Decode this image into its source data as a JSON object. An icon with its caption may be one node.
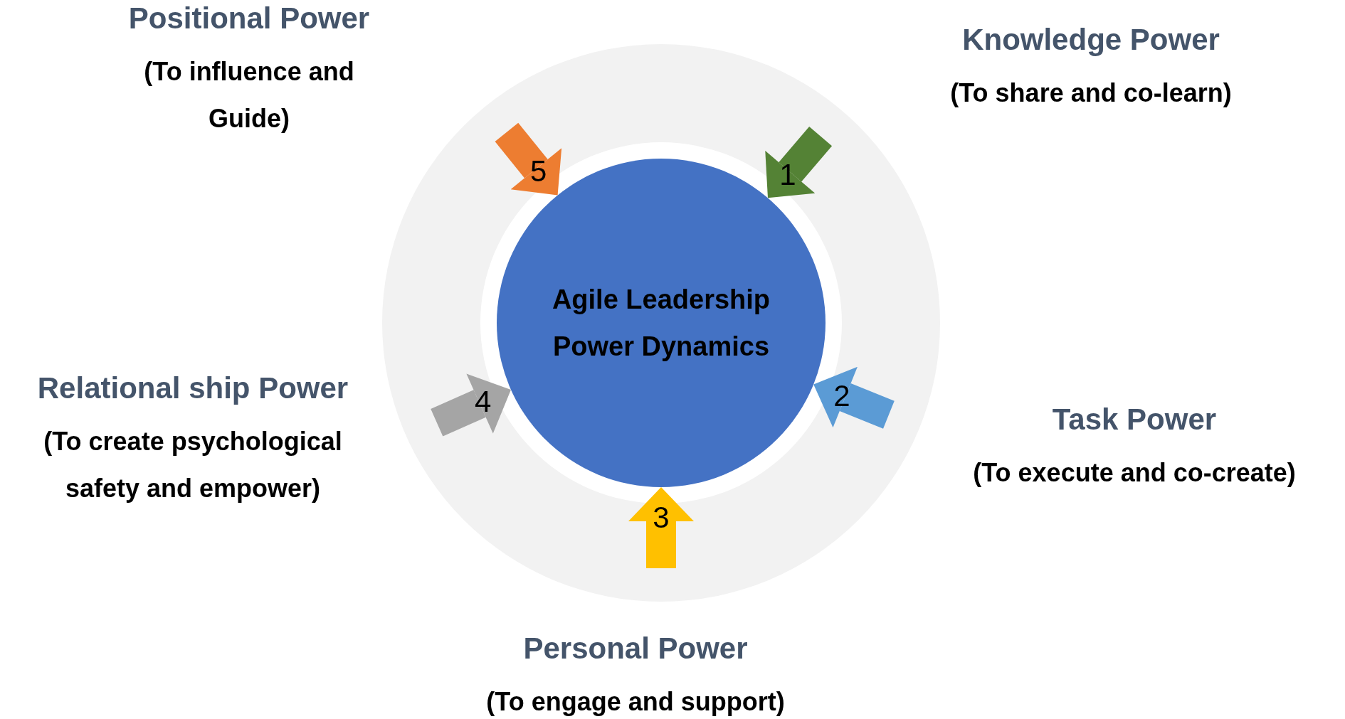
{
  "diagram": {
    "nodes": [
      {
        "text": [],
        "shape": "circle"
      },
      {
        "text": [
          "Agile Leadership Power Dynamics"
        ],
        "in": 0
      }
    ],
    "edges": [
      {
        "from": null,
        "to": 1,
        "arrow": "to",
        "label": "1",
        "color": "#548235"
      },
      {
        "from": null,
        "to": 1,
        "arrow": "to",
        "label": "2",
        "color": "#5b9bd5"
      },
      {
        "from": null,
        "to": 1,
        "arrow": "to",
        "label": "3",
        "color": "#ffc000"
      },
      {
        "from": null,
        "to": 1,
        "arrow": "to",
        "label": "4",
        "color": "#a5a5a5"
      },
      {
        "from": null,
        "to": 1,
        "arrow": "to",
        "label": "5",
        "color": "#ed7d31"
      }
    ],
    "labels": [
      "Positional Power",
      "(To influence and Guide)",
      "Knowledge Power",
      "(To share and co-learn)",
      "Relational ship Power",
      "(To create psychological safety and empower)",
      "Task Power",
      "(To execute and co-create)",
      "Personal Power",
      "(To engage and support)"
    ]
  }
}
